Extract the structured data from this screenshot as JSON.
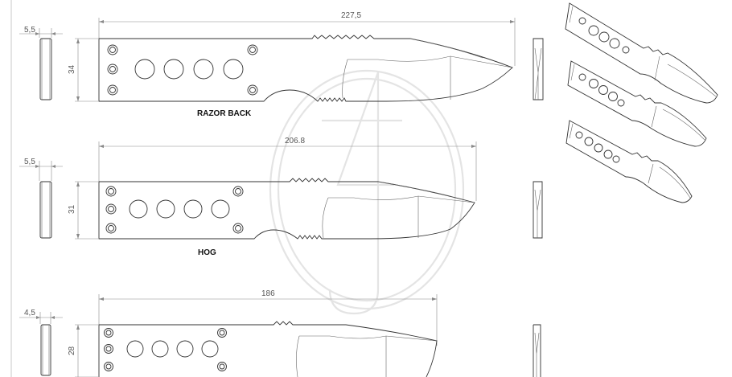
{
  "knives": [
    {
      "name": "RAZOR BACK",
      "length_dim": "227,5",
      "height_dim": "34",
      "thickness_dim": "5,5"
    },
    {
      "name": "HOG",
      "length_dim": "206.8",
      "height_dim": "31",
      "thickness_dim": "5,5"
    },
    {
      "name": "",
      "length_dim": "186",
      "height_dim": "28",
      "thickness_dim": "4,5"
    }
  ]
}
